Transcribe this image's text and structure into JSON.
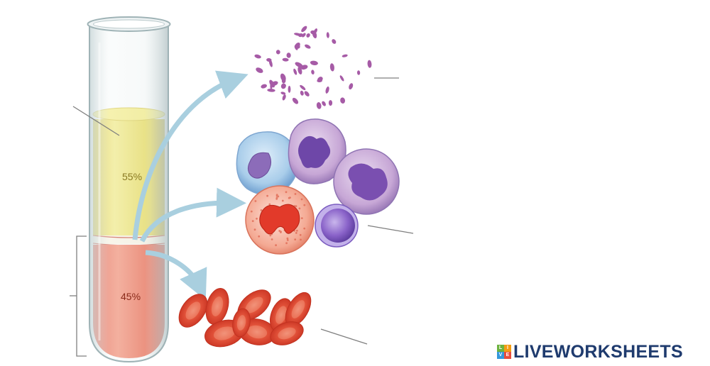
{
  "tube": {
    "plasma_label": "55%",
    "cells_label": "45%",
    "plasma_fraction": 0.55,
    "cells_fraction": 0.45
  },
  "colors": {
    "plasma": "#e9dc56",
    "red_cells": "#ec5a3e",
    "buffy_coat": "#fbf3e2",
    "arrow": "#a9cfdf",
    "platelets": "#a65ba6",
    "leader_line": "#7f7f7f",
    "brand": "#1f3b6e"
  },
  "brand": {
    "text": "LIVEWORKSHEETS",
    "icon": "liveworksheets-logo-icon",
    "icon_letters": [
      "L",
      "I",
      "V",
      "E"
    ]
  },
  "icons": [
    "platelets-cluster",
    "white-blood-cells",
    "red-blood-cells"
  ]
}
